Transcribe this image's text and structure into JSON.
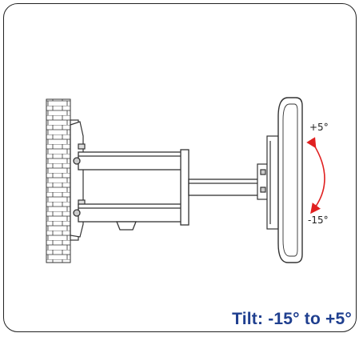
{
  "caption": {
    "text": "Tilt: -15° to +5°",
    "color": "#1f3f8f"
  },
  "tilt": {
    "min_label": "-15°",
    "max_label": "+5°",
    "min_deg": -15,
    "max_deg": 5,
    "arrow_color": "#e02020"
  },
  "icons": {
    "wall": "brick-wall-icon",
    "bracket": "articulating-arm-icon",
    "display": "tv-panel-icon",
    "tilt_arrow": "curved-double-arrow-icon"
  }
}
